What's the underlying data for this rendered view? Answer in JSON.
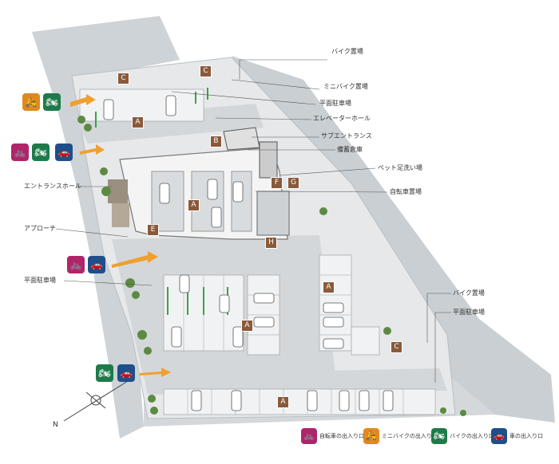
{
  "labels": {
    "bike_parking_top": "バイク置場",
    "mini_bike_parking": "ミニバイク置場",
    "flat_parking_top": "平面駐車場",
    "elevator_hall": "エレベーターホール",
    "sub_entrance": "サブエントランス",
    "storage": "備蓄倉庫",
    "pet_wash": "ペット足洗い場",
    "bicycle_parking": "自転車置場",
    "entrance_hall": "エントランスホール",
    "approach": "アプローチ",
    "flat_parking_left": "平面駐車場",
    "bike_parking_right": "バイク置場",
    "flat_parking_right": "平面駐車場"
  },
  "area_tags": {
    "a1": "A",
    "a2": "A",
    "a3": "A",
    "a4": "A",
    "a5": "A",
    "b": "B",
    "c1": "C",
    "c2": "C",
    "c3": "C",
    "e": "E",
    "f": "F",
    "g": "G",
    "h": "H"
  },
  "legend": [
    {
      "label": "自転車の出入り口",
      "color": "#b0246a",
      "icon": "bicycle-icon"
    },
    {
      "label": "ミニバイクの出入り口",
      "color": "#e08a1e",
      "icon": "scooter-icon"
    },
    {
      "label": "バイクの出入り口",
      "color": "#1f7a4a",
      "icon": "motorcycle-icon"
    },
    {
      "label": "車の出入り口",
      "color": "#1f4f8a",
      "icon": "car-icon"
    }
  ],
  "entry_colors": {
    "bicycle": "#b0246a",
    "scooter": "#e08a1e",
    "motorcycle": "#1f7a4a",
    "car": "#1f4f8a",
    "arrow": "#f0a030"
  },
  "compass": {
    "north": "N"
  }
}
